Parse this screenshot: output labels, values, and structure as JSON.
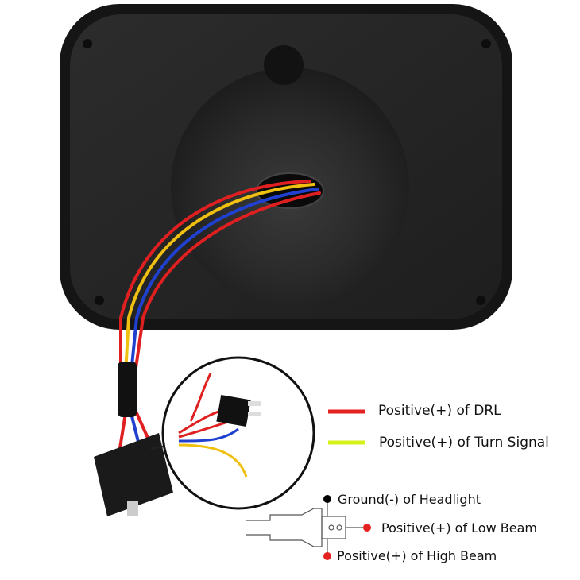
{
  "legend": {
    "drl": {
      "label": "Positive(+) of DRL",
      "color": "#e52222"
    },
    "turn": {
      "label": "Positive(+) of Turn Signal",
      "color": "#d6f01a"
    }
  },
  "pinout": {
    "ground": {
      "label": "Ground(-) of Headlight",
      "color": "#000000"
    },
    "low": {
      "label": "Positive(+) of Low Beam",
      "color": "#e52222"
    },
    "high": {
      "label": "Positive(+) of High Beam",
      "color": "#e52222"
    }
  },
  "wire_colors": [
    "#e02020",
    "#f0c010",
    "#2040d0",
    "#e02020"
  ]
}
